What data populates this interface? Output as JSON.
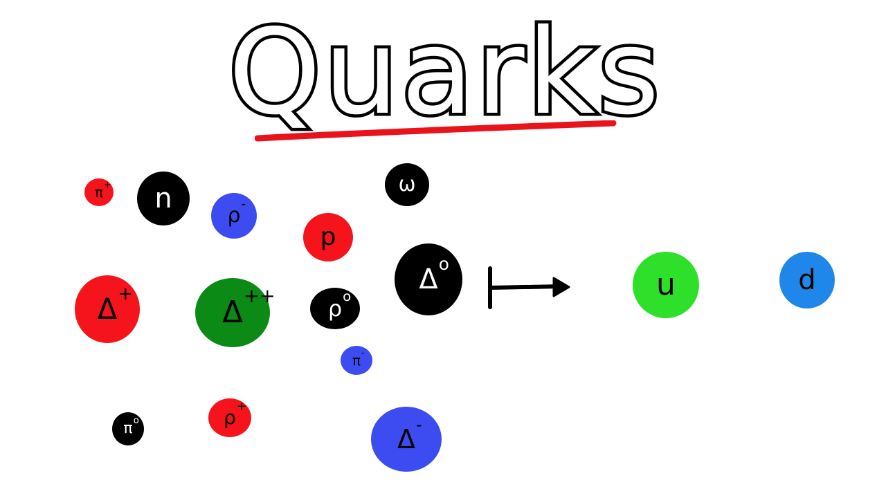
{
  "title": "Quarks",
  "colors": {
    "red": "#f5141c",
    "black": "#000000",
    "blue": "#3c4cf0",
    "green": "#0c8a16",
    "bright_green": "#2ee02a",
    "light_blue": "#1f86ea",
    "underline": "#e8131b"
  },
  "particles": [
    {
      "id": "pi-plus",
      "symbol": "π",
      "charge": "+",
      "color": "red"
    },
    {
      "id": "neutron",
      "symbol": "n",
      "charge": "",
      "color": "black"
    },
    {
      "id": "rho-minus",
      "symbol": "ρ",
      "charge": "-",
      "color": "blue"
    },
    {
      "id": "omega",
      "symbol": "ω",
      "charge": "",
      "color": "black"
    },
    {
      "id": "proton",
      "symbol": "p",
      "charge": "",
      "color": "red"
    },
    {
      "id": "delta-plus",
      "symbol": "Δ",
      "charge": "+",
      "color": "red"
    },
    {
      "id": "delta-plus-plus",
      "symbol": "Δ",
      "charge": "++",
      "color": "green"
    },
    {
      "id": "rho-zero",
      "symbol": "ρ",
      "charge": "o",
      "color": "black"
    },
    {
      "id": "delta-zero",
      "symbol": "Δ",
      "charge": "o",
      "color": "black"
    },
    {
      "id": "pi-minus",
      "symbol": "π",
      "charge": "-",
      "color": "blue"
    },
    {
      "id": "pi-zero",
      "symbol": "π",
      "charge": "o",
      "color": "black"
    },
    {
      "id": "rho-plus",
      "symbol": "ρ",
      "charge": "+",
      "color": "red"
    },
    {
      "id": "delta-minus",
      "symbol": "Δ",
      "charge": "-",
      "color": "blue"
    }
  ],
  "quarks": [
    {
      "id": "up-quark",
      "symbol": "u",
      "color": "bright_green"
    },
    {
      "id": "down-quark",
      "symbol": "d",
      "color": "light_blue"
    }
  ]
}
